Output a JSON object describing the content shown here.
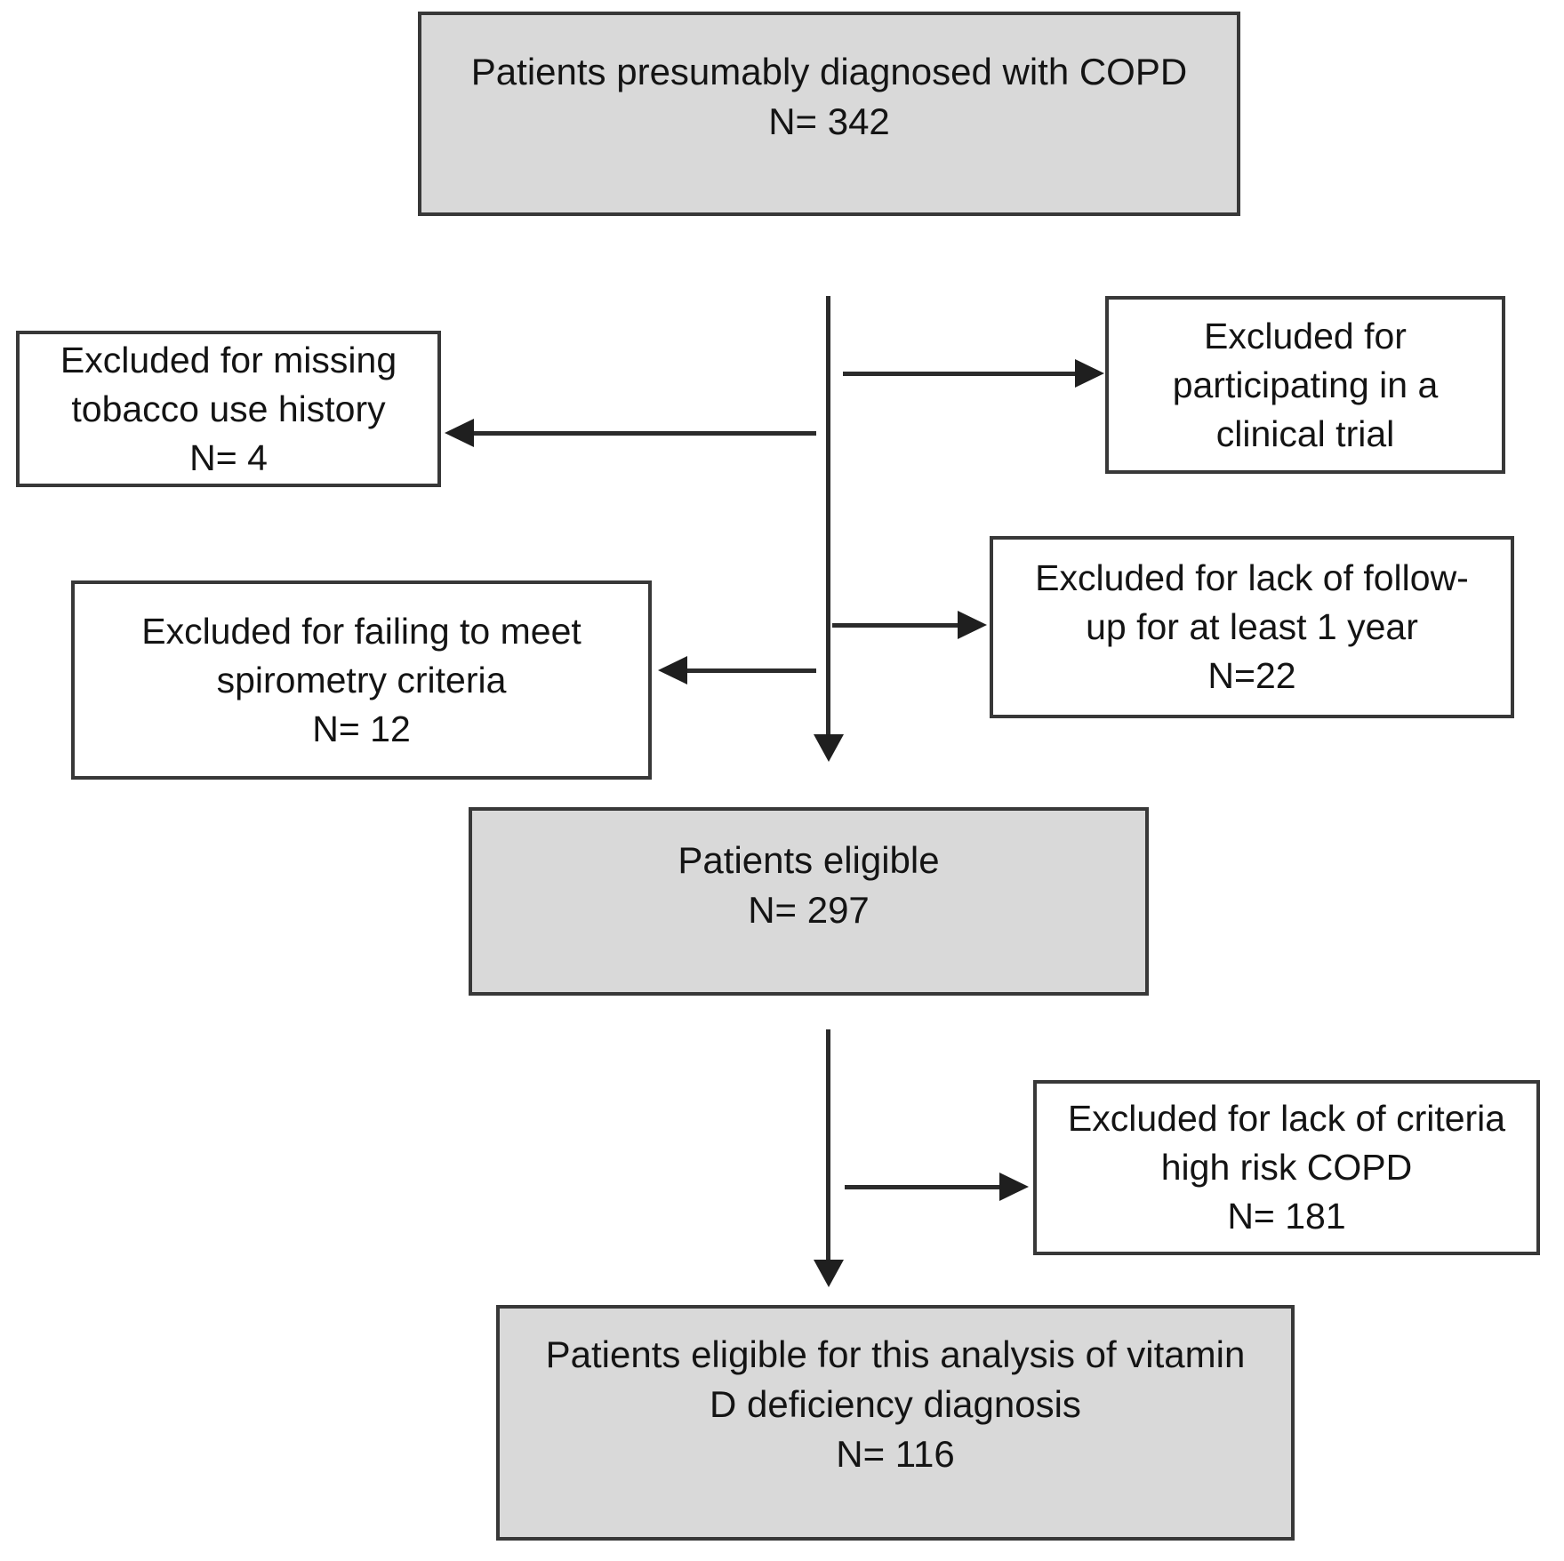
{
  "diagram": {
    "type": "flowchart",
    "description": "Patient selection flow diagram for COPD vitamin D deficiency analysis",
    "colors": {
      "milestone_fill": "#d9d9d9",
      "exclusion_fill": "#ffffff",
      "box_border": "#383838",
      "arrow": "#1f1f1f",
      "text": "#141414",
      "background": "#ffffff"
    },
    "nodes": [
      {
        "id": "diagnosed",
        "kind": "milestone",
        "lines": [
          "Patients presumably diagnosed with COPD",
          "N= 342"
        ]
      },
      {
        "id": "excl-tobacco",
        "kind": "exclusion",
        "lines": [
          "Excluded for missing",
          "tobacco use history",
          "N= 4"
        ]
      },
      {
        "id": "excl-trial",
        "kind": "exclusion",
        "lines": [
          "Excluded for",
          "participating in a",
          "clinical trial"
        ]
      },
      {
        "id": "excl-spirometry",
        "kind": "exclusion",
        "lines": [
          "Excluded for failing to meet",
          "spirometry criteria",
          "N= 12"
        ]
      },
      {
        "id": "excl-followup",
        "kind": "exclusion",
        "lines": [
          "Excluded for lack of follow-",
          "up for at least 1 year",
          "N=22"
        ]
      },
      {
        "id": "eligible",
        "kind": "milestone",
        "lines": [
          "Patients eligible",
          "N= 297"
        ]
      },
      {
        "id": "excl-highrisk",
        "kind": "exclusion",
        "lines": [
          "Excluded for lack of criteria",
          "high risk COPD",
          "N= 181"
        ]
      },
      {
        "id": "final",
        "kind": "milestone",
        "lines": [
          "Patients eligible for this analysis of vitamin",
          "D deficiency diagnosis",
          "N= 116"
        ]
      }
    ],
    "edges": [
      {
        "from": "diagnosed",
        "to": "eligible",
        "direction": "down"
      },
      {
        "from": "diagnosed",
        "to": "excl-trial",
        "direction": "right"
      },
      {
        "from": "diagnosed",
        "to": "excl-tobacco",
        "direction": "left"
      },
      {
        "from": "diagnosed",
        "to": "excl-followup",
        "direction": "right"
      },
      {
        "from": "diagnosed",
        "to": "excl-spirometry",
        "direction": "left"
      },
      {
        "from": "eligible",
        "to": "final",
        "direction": "down"
      },
      {
        "from": "eligible",
        "to": "excl-highrisk",
        "direction": "right"
      }
    ]
  }
}
